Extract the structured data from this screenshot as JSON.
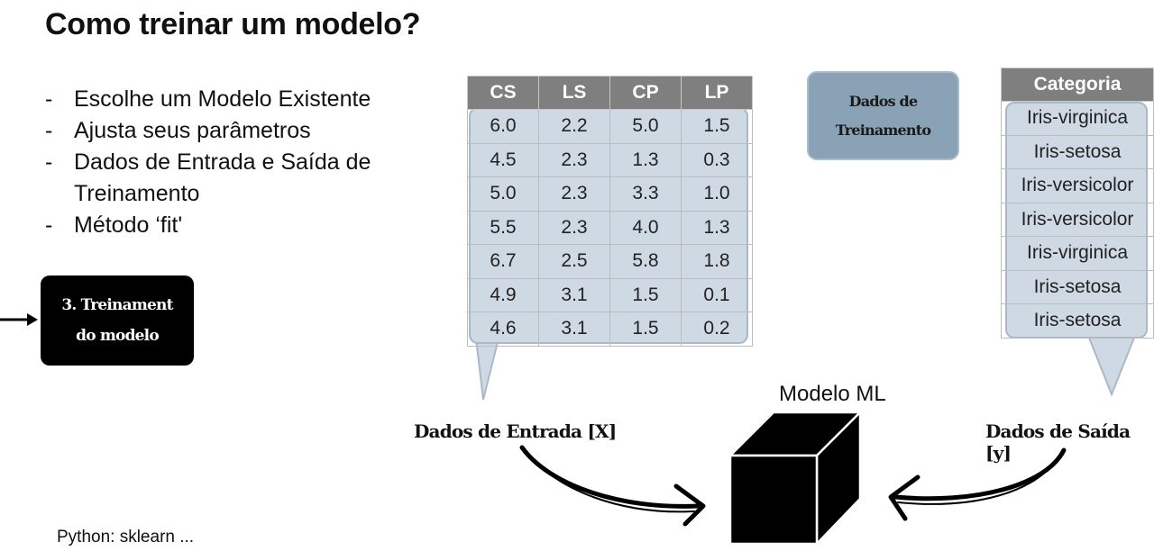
{
  "title": "Como treinar um modelo?",
  "bullets": [
    "Escolhe um Modelo Existente",
    "Ajusta seus parâmetros",
    "Dados de Entrada e Saída de Treinamento",
    "Método ‘fit'"
  ],
  "step_box": {
    "line1": "3. Treinament",
    "line2": "do modelo"
  },
  "footer": "Python: sklearn ...",
  "input_table": {
    "headers": [
      "CS",
      "LS",
      "CP",
      "LP"
    ],
    "rows": [
      [
        "6.0",
        "2.2",
        "5.0",
        "1.5"
      ],
      [
        "4.5",
        "2.3",
        "1.3",
        "0.3"
      ],
      [
        "5.0",
        "2.3",
        "3.3",
        "1.0"
      ],
      [
        "5.5",
        "2.3",
        "4.0",
        "1.3"
      ],
      [
        "6.7",
        "2.5",
        "5.8",
        "1.8"
      ],
      [
        "4.9",
        "3.1",
        "1.5",
        "0.1"
      ],
      [
        "4.6",
        "3.1",
        "1.5",
        "0.2"
      ]
    ]
  },
  "output_table": {
    "header": "Categoria",
    "rows": [
      "Iris-virginica",
      "Iris-setosa",
      "Iris-versicolor",
      "Iris-versicolor",
      "Iris-virginica",
      "Iris-setosa",
      "Iris-setosa"
    ]
  },
  "training_box": {
    "line1": "Dados de",
    "line2": "Treinamento"
  },
  "input_label": "Dados de Entrada [X]",
  "output_label": "Dados de Saída [y]",
  "model_label": "Modelo ML",
  "colors": {
    "header_gray": "#7f7f7f",
    "bubble_fill": "#cfd9e3",
    "training_box": "#8aa2b5",
    "step_box": "#000000"
  }
}
